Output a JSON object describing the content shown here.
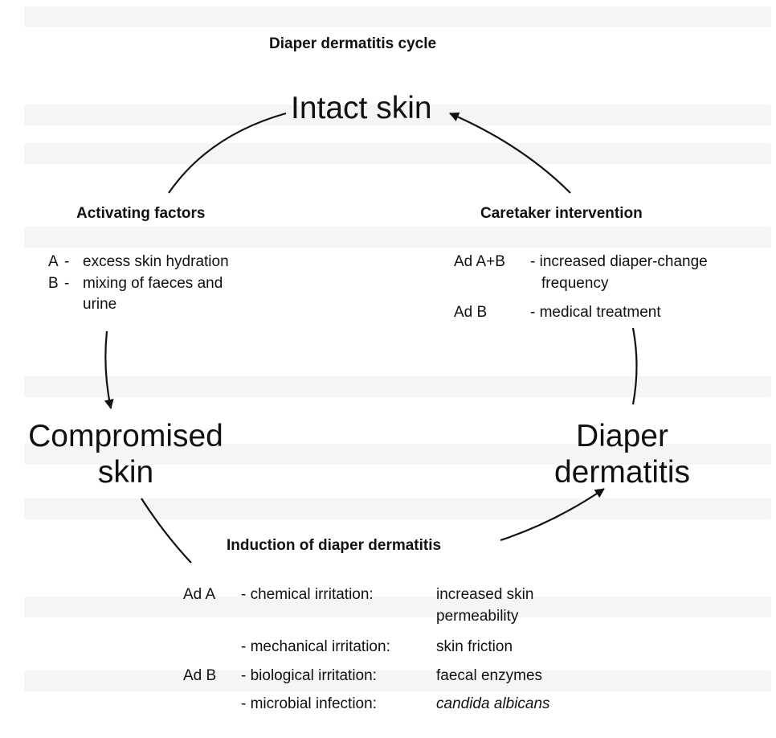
{
  "title": "Diaper dermatitis cycle",
  "nodes": {
    "intact": "Intact skin",
    "compromised_line1": "Compromised",
    "compromised_line2": "skin",
    "diaper_line1": "Diaper",
    "diaper_line2": "dermatitis"
  },
  "activating": {
    "heading": "Activating factors",
    "items": [
      {
        "key": "A",
        "dash": "-",
        "text": "excess skin hydration"
      },
      {
        "key": "B",
        "dash": "-",
        "text": "mixing of faeces and",
        "text2": "urine"
      }
    ]
  },
  "caretaker": {
    "heading": "Caretaker intervention",
    "items": [
      {
        "key": "Ad A+B",
        "text": "- increased diaper-change",
        "text2": "frequency"
      },
      {
        "key": "Ad B",
        "text": "- medical treatment"
      }
    ]
  },
  "induction": {
    "heading": "Induction of diaper dermatitis",
    "rows": [
      {
        "key": "Ad A",
        "type": "- chemical irritation:",
        "effect": "increased skin",
        "effect2": "permeability"
      },
      {
        "key": "",
        "type": "- mechanical irritation:",
        "effect": "skin friction"
      },
      {
        "key": "Ad B",
        "type": "- biological irritation:",
        "effect": "faecal enzymes"
      },
      {
        "key": "",
        "type": "- microbial infection:",
        "effect": "candida albicans"
      }
    ]
  }
}
